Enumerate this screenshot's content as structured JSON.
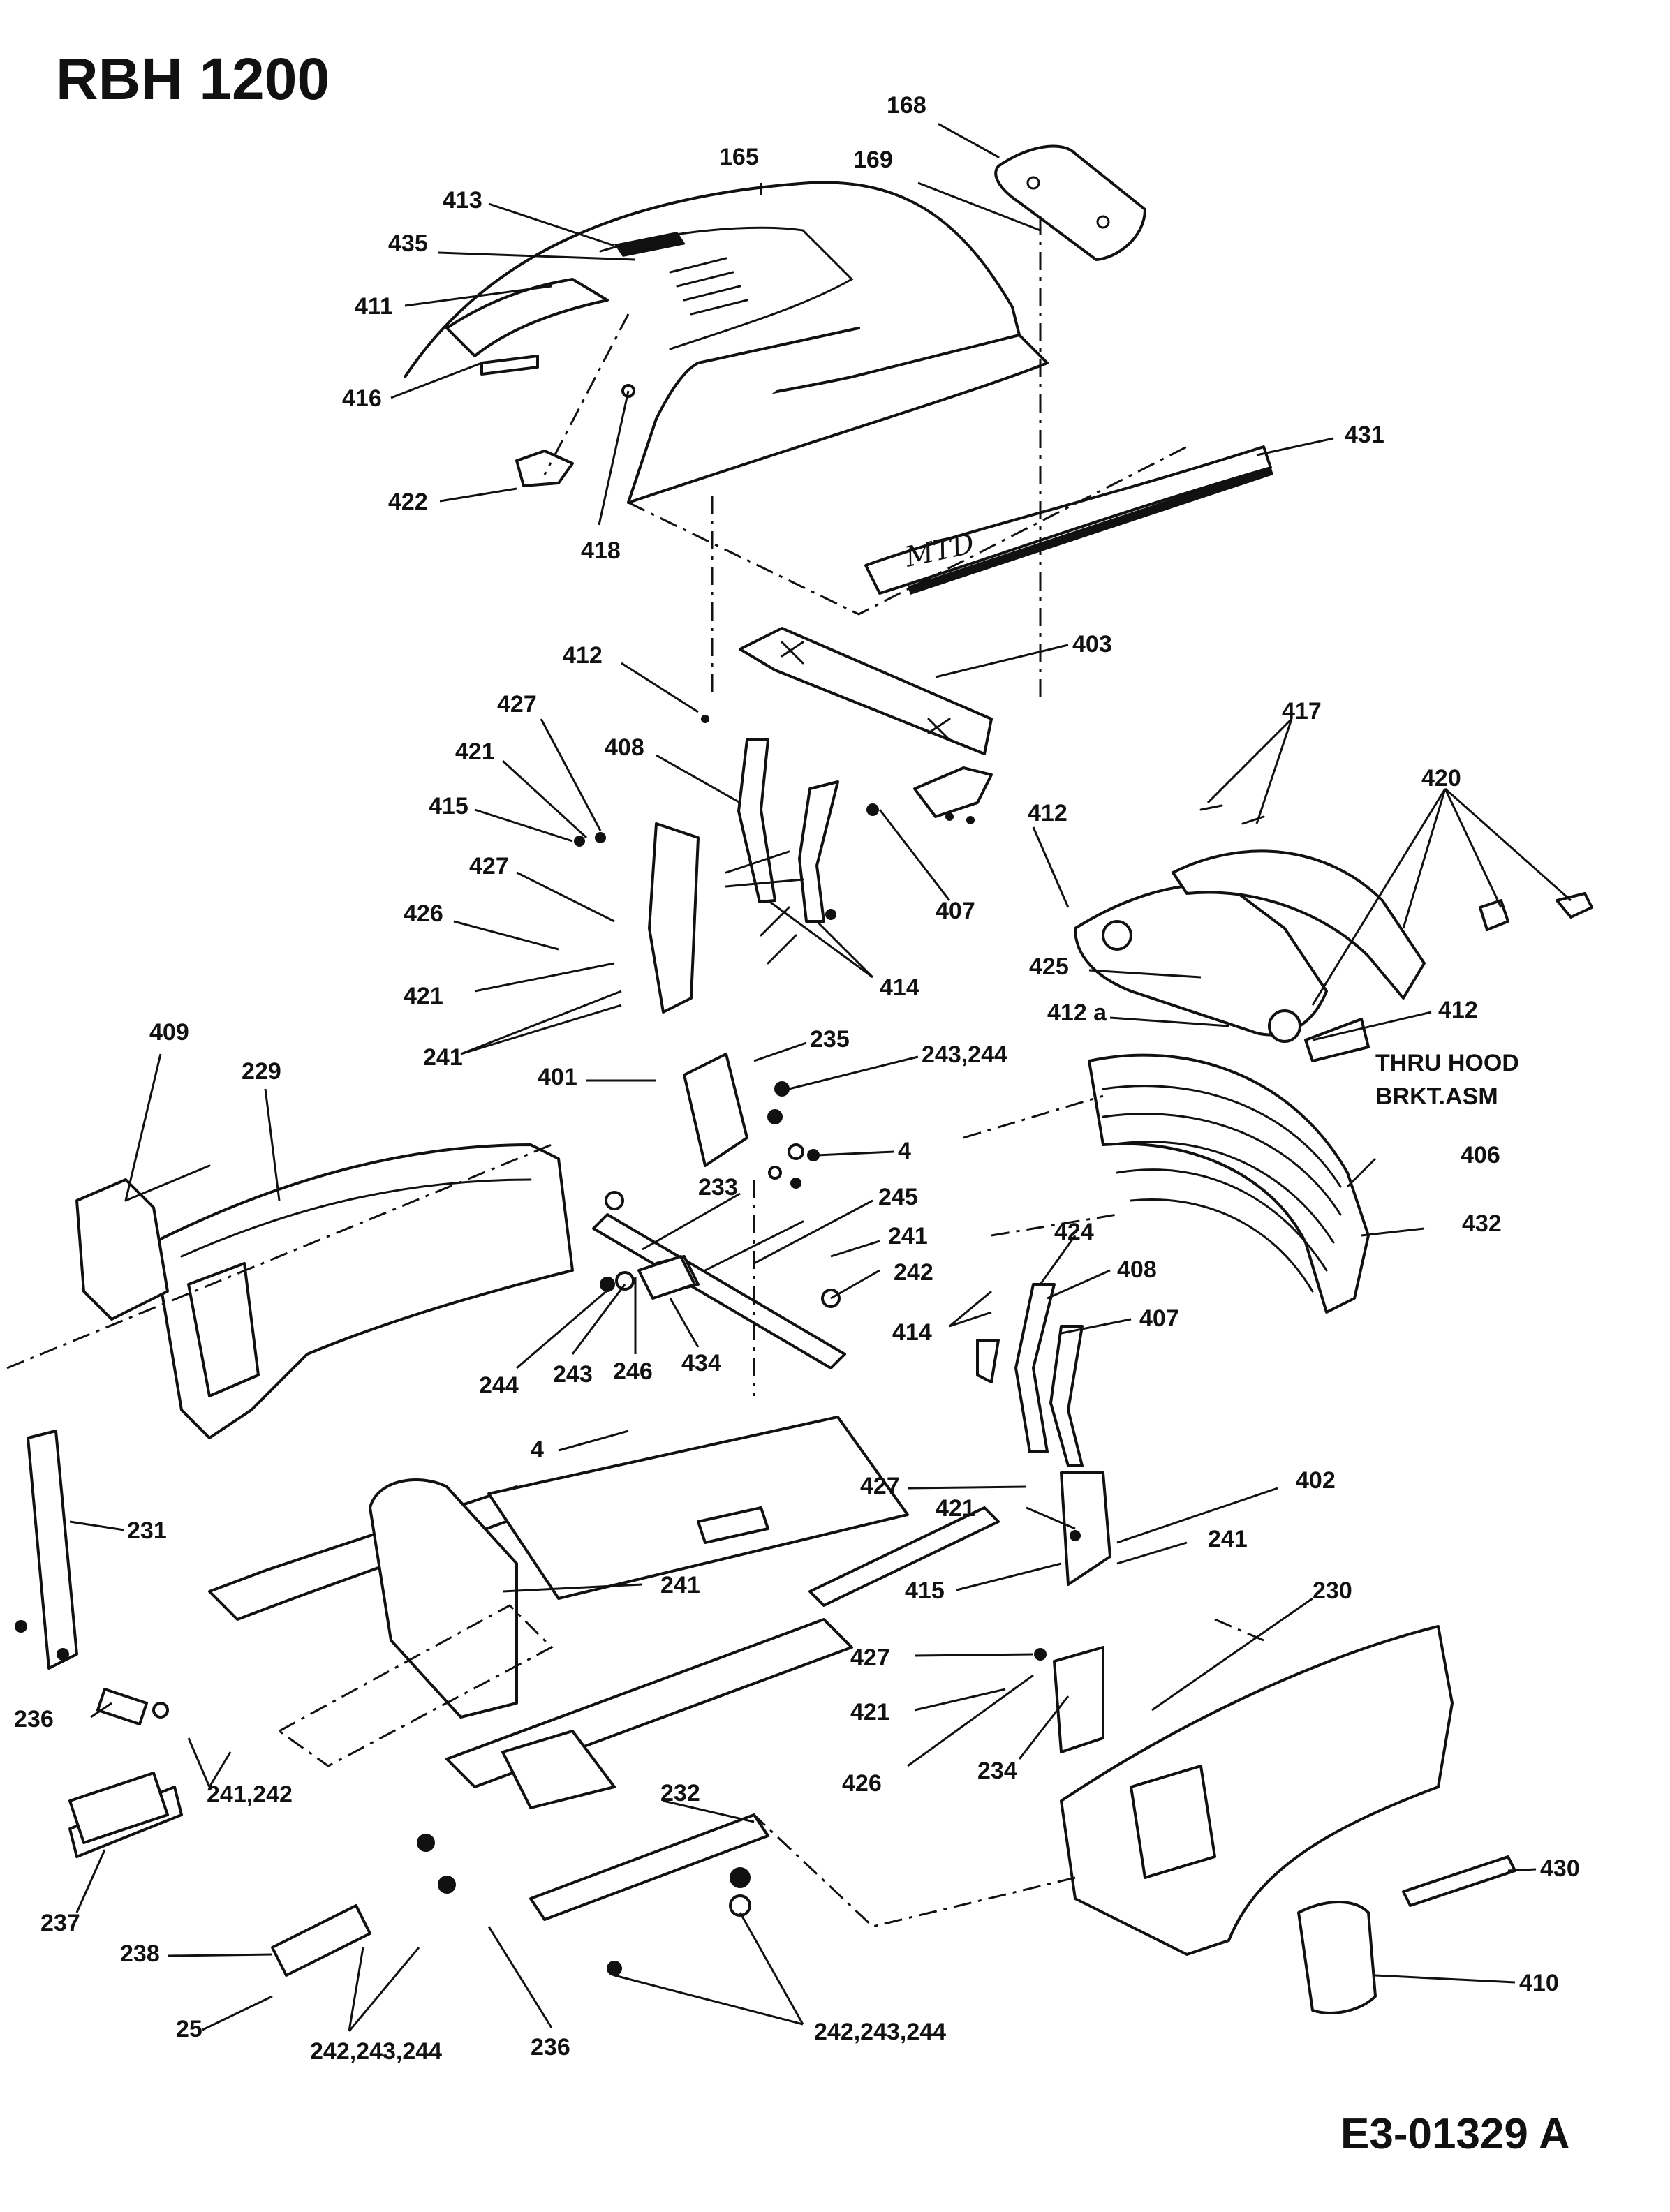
{
  "title": "RBH 1200",
  "drawing_code": "E3-01329 A",
  "hood_brand": "MTD",
  "note": {
    "line1": "THRU HOOD",
    "line2": "BRKT.ASM"
  },
  "callouts": {
    "c168": "168",
    "c165": "165",
    "c169": "169",
    "c413": "413",
    "c435": "435",
    "c411": "411",
    "c416": "416",
    "c422": "422",
    "c418": "418",
    "c431": "431",
    "c412_a": "412",
    "c403": "403",
    "c427_a": "427",
    "c421_a": "421",
    "c408_a": "408",
    "c415_a": "415",
    "c407_a": "407",
    "c427_b": "427",
    "c426_a": "426",
    "c421_b": "421",
    "c414_a": "414",
    "c241_a": "241",
    "c401": "401",
    "c235": "235",
    "c243_244": "243,244",
    "c4_a": "4",
    "c417": "417",
    "c420": "420",
    "c412_b": "412",
    "c425": "425",
    "c412a": "412 a",
    "c412_c": "412",
    "c409": "409",
    "c229": "229",
    "c233": "233",
    "c245": "245",
    "c241_b": "241",
    "c242_a": "242",
    "c244_a": "244",
    "c243_a": "243",
    "c246": "246",
    "c434": "434",
    "c406": "406",
    "c432": "432",
    "c424": "424",
    "c408_b": "408",
    "c414_b": "414",
    "c407_b": "407",
    "c4_b": "4",
    "c231": "231",
    "c241_c": "241",
    "c427_c": "427",
    "c402": "402",
    "c421_c": "421",
    "c241_d": "241",
    "c415_b": "415",
    "c230": "230",
    "c427_d": "427",
    "c421_d": "421",
    "c236_a": "236",
    "c241_242": "241,242",
    "c426_b": "426",
    "c234": "234",
    "c232": "232",
    "c237": "237",
    "c430": "430",
    "c238": "238",
    "c410": "410",
    "c25": "25",
    "c242_243_244_a": "242,243,244",
    "c236_b": "236",
    "c242_243_244_b": "242,243,244"
  }
}
